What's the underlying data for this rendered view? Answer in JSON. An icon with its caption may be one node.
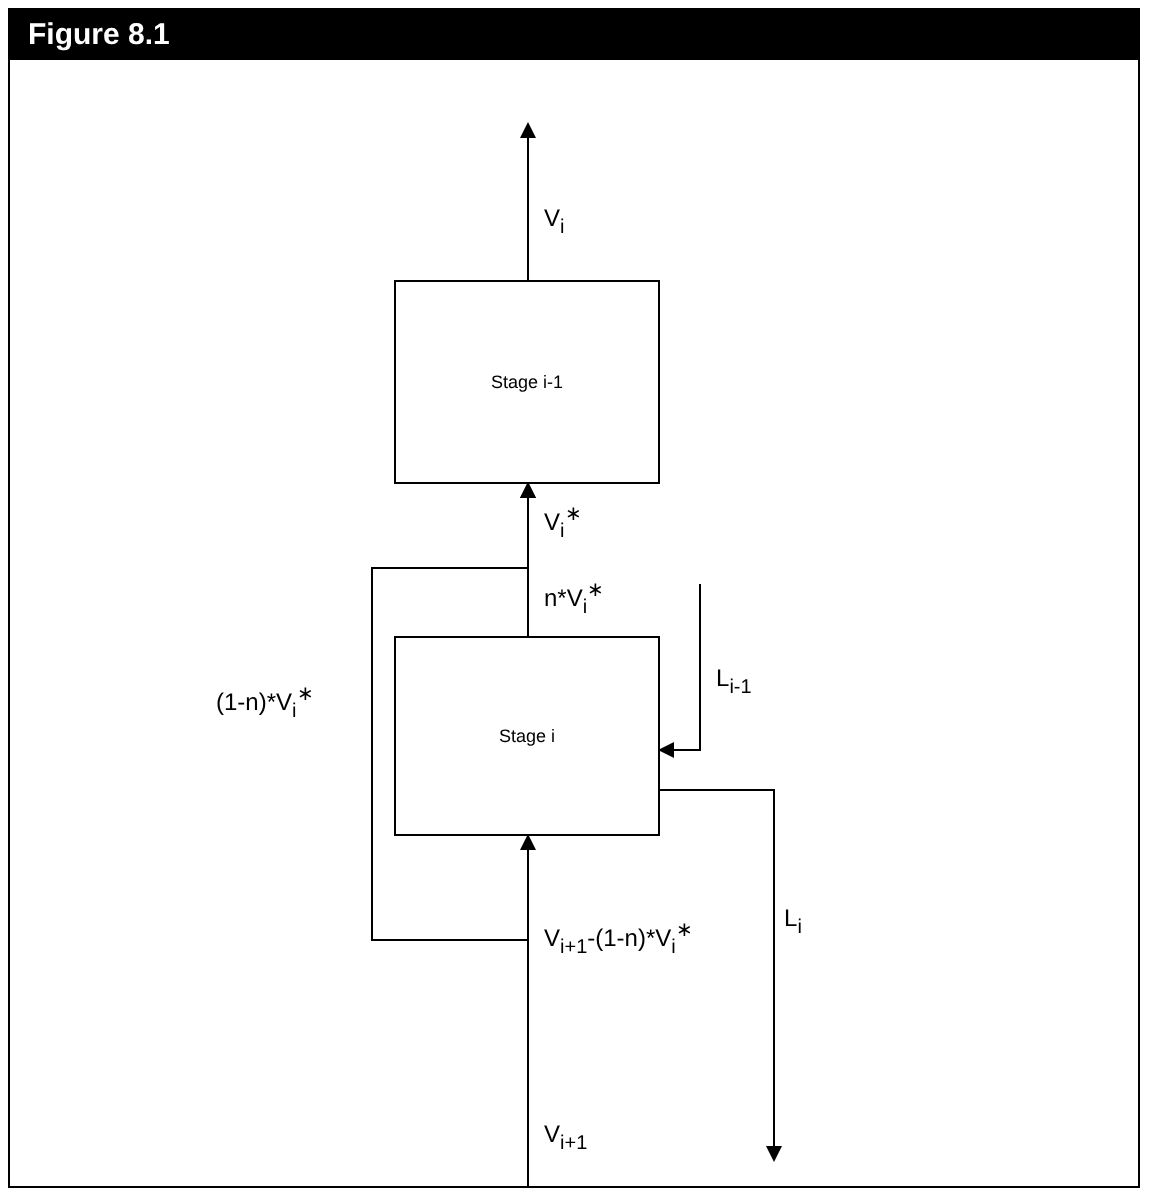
{
  "diagram": {
    "title": "Figure 8.1",
    "nodes": [
      {
        "text": [
          "Stage i-1"
        ]
      },
      {
        "text": [
          "Stage i"
        ]
      }
    ],
    "edges": [
      {
        "from": 0,
        "to": null,
        "arrow": "to",
        "label": "V$_{i}$"
      },
      {
        "from": 1,
        "to": 0,
        "arrow": "to",
        "label": "n*V$_{i}$$^{∗}$"
      },
      {
        "from": null,
        "to": 1,
        "arrow": "to",
        "label": "V$_{i+1}$-(1-n)*V$_{i}$$^{∗}$"
      },
      {
        "from": null,
        "to": 0,
        "arrow": "to",
        "label": "(1-n)*V$_{i}$$^{∗}$"
      },
      {
        "from": null,
        "to": 1,
        "arrow": "to",
        "label": "L$_{i-1}$"
      },
      {
        "from": 1,
        "to": null,
        "arrow": "to",
        "label": "L$_{i}$"
      }
    ],
    "labels": [
      "V$_{i}$$^{∗}$",
      "V$_{i+1}$"
    ]
  }
}
